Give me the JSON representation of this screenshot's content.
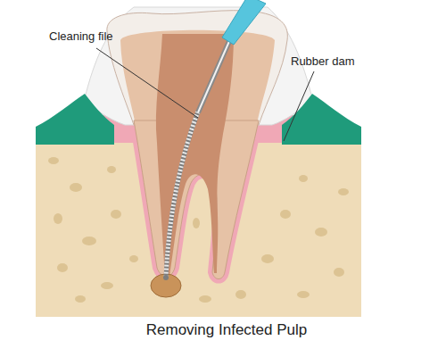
{
  "diagram": {
    "caption": "Removing Infected Pulp",
    "labels": [
      "Cleaning file",
      "Rubber dam"
    ]
  }
}
